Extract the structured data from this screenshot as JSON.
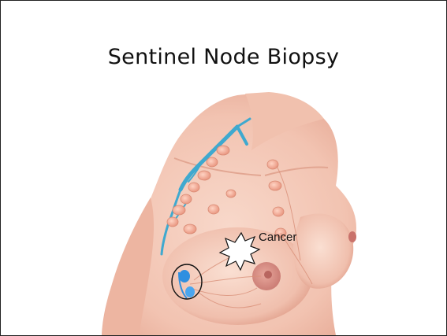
{
  "slide": {
    "title": "Sentinel Node Biopsy",
    "callout_label": "Cancer"
  },
  "colors": {
    "skin": "#f4c9b8",
    "skin_shadow": "#e3a591",
    "lymph_vessel": "#3fa9cf",
    "lymph_node": "#f1a28c",
    "sentinel_node": "#2f8fe0",
    "areola": "#d98f86"
  },
  "icons": [
    "starburst-tumor-icon",
    "sentinel-node-circle"
  ]
}
